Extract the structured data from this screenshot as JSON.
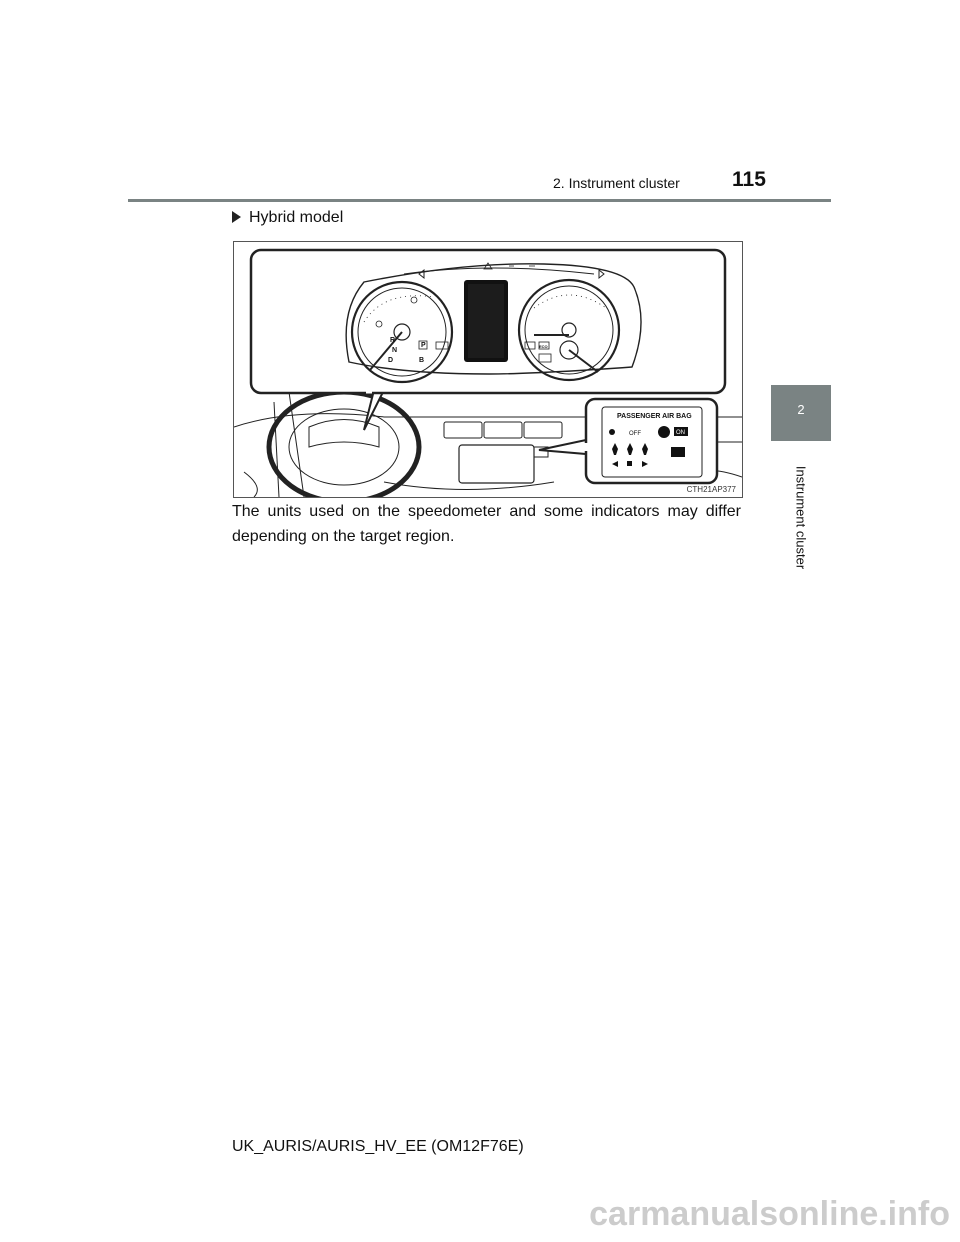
{
  "header": {
    "section": "2. Instrument cluster",
    "page_number": "115"
  },
  "side_tab": {
    "number": "2",
    "label": "Instrument cluster"
  },
  "subheading": {
    "icon": "triangle-right-icon",
    "text": "Hybrid model"
  },
  "figure": {
    "code": "CTH21AP377",
    "airbag_label": "PASSENGER AIR BAG",
    "airbag_off": "OFF",
    "airbag_on": "ON",
    "shift_r": "R",
    "shift_n": "N",
    "shift_d": "D",
    "shift_b": "B",
    "shift_p": "P",
    "eco_label": "ECO"
  },
  "body_text": "The units used on the speedometer and some indicators may differ depending on the target region.",
  "footer": "UK_AURIS/AURIS_HV_EE (OM12F76E)",
  "watermark": "carmanualsonline.info"
}
